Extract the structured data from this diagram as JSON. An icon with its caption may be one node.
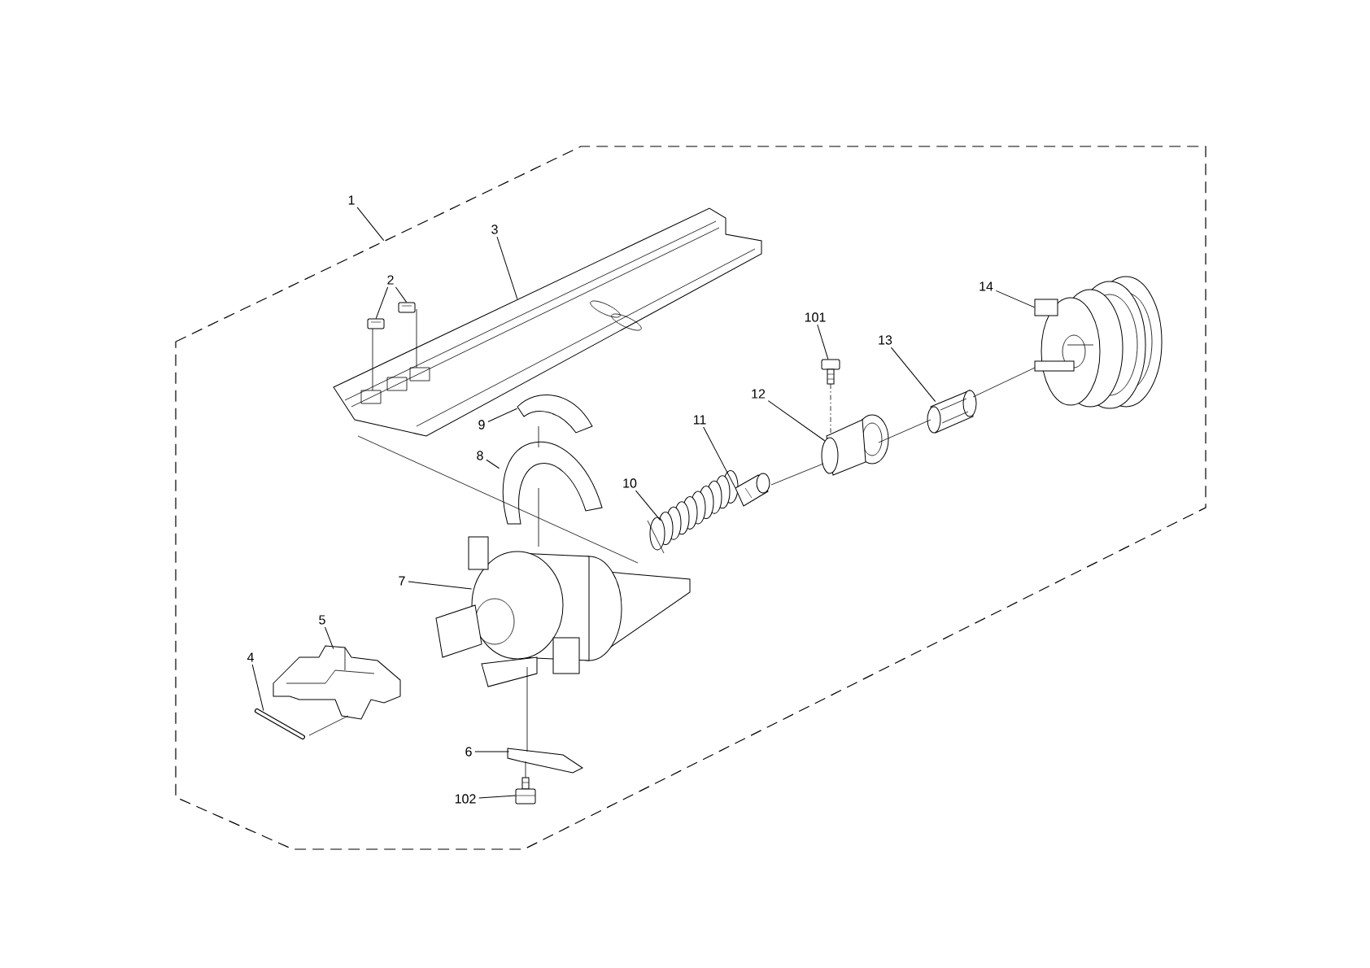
{
  "diagram": {
    "nodes": [
      {
        "text": [
          "1"
        ]
      },
      {
        "text": [
          "2"
        ],
        "in": 16
      },
      {
        "text": [
          "3"
        ],
        "in": 16
      },
      {
        "text": [
          "4"
        ],
        "in": 16
      },
      {
        "text": [
          "5"
        ],
        "in": 16
      },
      {
        "text": [
          "6"
        ],
        "in": 16
      },
      {
        "text": [
          "7"
        ],
        "in": 16
      },
      {
        "text": [
          "8"
        ],
        "in": 16
      },
      {
        "text": [
          "9"
        ],
        "in": 16
      },
      {
        "text": [
          "10"
        ],
        "in": 16
      },
      {
        "text": [
          "11"
        ],
        "in": 16
      },
      {
        "text": [
          "12"
        ],
        "in": 16
      },
      {
        "text": [
          "13"
        ],
        "in": 16
      },
      {
        "text": [
          "14"
        ],
        "in": 16
      },
      {
        "text": [
          "101"
        ],
        "in": 16
      },
      {
        "text": [
          "102"
        ],
        "in": 16
      },
      {
        "text": [],
        "shape": "picture"
      },
      {
        "text": [],
        "shape": "picture",
        "in": 16
      },
      {
        "text": [],
        "shape": "picture",
        "in": 16
      },
      {
        "text": [],
        "shape": "picture",
        "in": 16
      },
      {
        "text": [],
        "shape": "picture",
        "in": 16
      },
      {
        "text": [],
        "shape": "picture",
        "in": 16
      },
      {
        "text": [],
        "shape": "picture",
        "in": 16
      },
      {
        "text": [],
        "shape": "picture",
        "in": 16
      },
      {
        "text": [],
        "shape": "picture",
        "in": 16
      },
      {
        "text": [],
        "shape": "picture",
        "in": 16
      },
      {
        "text": [],
        "shape": "picture",
        "in": 16
      },
      {
        "text": [],
        "shape": "picture",
        "in": 16
      },
      {
        "text": [],
        "shape": "picture",
        "in": 16
      },
      {
        "text": [],
        "shape": "picture",
        "in": 16
      },
      {
        "text": [],
        "shape": "picture",
        "in": 16
      },
      {
        "text": [],
        "shape": "picture",
        "in": 16
      },
      {
        "text": [],
        "shape": "picture",
        "in": 16
      }
    ],
    "edges": [
      {
        "from": 0,
        "to": 16,
        "arrow": "none"
      },
      {
        "from": 1,
        "to": 17,
        "arrow": "none"
      },
      {
        "from": 1,
        "to": 18,
        "arrow": "none"
      },
      {
        "from": 2,
        "to": 19,
        "arrow": "none"
      },
      {
        "from": 3,
        "to": 20,
        "arrow": "none"
      },
      {
        "from": 4,
        "to": 21,
        "arrow": "none"
      },
      {
        "from": 5,
        "to": 22,
        "arrow": "none"
      },
      {
        "from": 6,
        "to": 23,
        "arrow": "none"
      },
      {
        "from": 7,
        "to": 24,
        "arrow": "none"
      },
      {
        "from": 8,
        "to": 25,
        "arrow": "none"
      },
      {
        "from": 9,
        "to": 26,
        "arrow": "none"
      },
      {
        "from": 10,
        "to": 27,
        "arrow": "none"
      },
      {
        "from": 11,
        "to": 28,
        "arrow": "none"
      },
      {
        "from": 12,
        "to": 29,
        "arrow": "none"
      },
      {
        "from": 13,
        "to": 30,
        "arrow": "none"
      },
      {
        "from": 14,
        "to": 31,
        "arrow": "none"
      },
      {
        "from": 15,
        "to": 32,
        "arrow": "none"
      },
      {
        "from": 17,
        "to": 19,
        "arrow": "none"
      },
      {
        "from": 18,
        "to": 19,
        "arrow": "none"
      },
      {
        "from": 19,
        "to": 23,
        "arrow": "none"
      },
      {
        "from": 25,
        "to": 24,
        "arrow": "none"
      },
      {
        "from": 24,
        "to": 23,
        "arrow": "none"
      },
      {
        "from": 20,
        "to": 21,
        "arrow": "none"
      },
      {
        "from": 23,
        "to": 22,
        "arrow": "none"
      },
      {
        "from": 32,
        "to": 22,
        "arrow": "none"
      },
      {
        "from": 27,
        "to": 28,
        "arrow": "none"
      },
      {
        "from": 28,
        "to": 29,
        "arrow": "none"
      },
      {
        "from": 29,
        "to": 30,
        "arrow": "none"
      },
      {
        "from": 31,
        "to": 28,
        "arrow": "none",
        "style": "dashed"
      }
    ]
  }
}
